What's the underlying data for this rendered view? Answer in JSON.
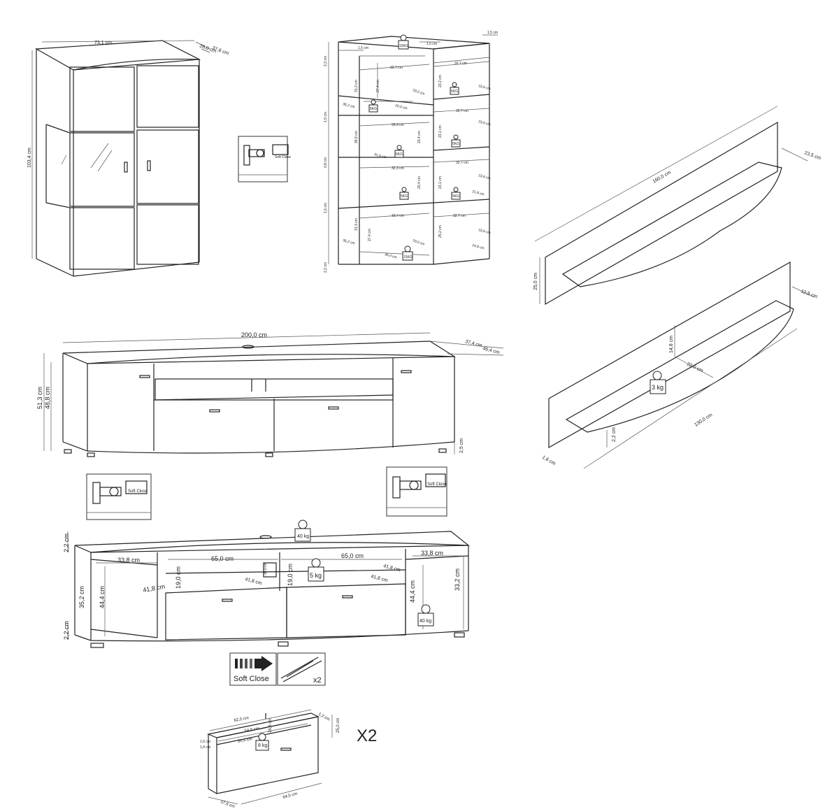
{
  "cabinet": {
    "width": "73,1 cm",
    "depth1": "37,6 cm",
    "depth2": "26,0 cm",
    "height": "103,4 cm"
  },
  "cabinet_interior": {
    "top_dims": [
      "1,5 cm",
      "1,5 cm",
      "1,5 cm"
    ],
    "weight_top": "15KG",
    "left_dims": [
      "2,2 cm",
      "1,5 cm",
      "0,8 cm",
      "1,5 cm",
      "2,2 cm"
    ],
    "heights": [
      "31,3 cm",
      "27,4 cm",
      "36,8 cm",
      "20,4 cm",
      "20,4 cm",
      "31,3 cm",
      "27,4 cm",
      "23,2 cm",
      "23,1 cm",
      "23,1 cm",
      "25,2 cm"
    ],
    "widths": [
      "32,7 cm",
      "32,7 cm",
      "32,3 cm",
      "32,3 cm",
      "32,7 cm",
      "32,7 cm",
      "32,7 cm",
      "32,7 cm",
      "32,7 cm"
    ],
    "depths": [
      "33,0 cm",
      "35,2 cm",
      "20,0 cm",
      "31,0 cm",
      "23,6 cm",
      "23,6 cm",
      "23,6 cm",
      "23,6 cm",
      "36,4 cm",
      "33,0 cm",
      "35,2 cm",
      "21,8 cm",
      "24,8 cm"
    ],
    "weights": [
      "5KG",
      "5KG",
      "5KG",
      "5KG",
      "5KG",
      "5KG",
      "15KG"
    ]
  },
  "shelf1": {
    "length": "160,0 cm",
    "depth": "23,5 cm",
    "height": "25,0 cm"
  },
  "shelf2": {
    "length": "130,0 cm",
    "depth": "12,5 cm",
    "inner_depth": "22,0 cm",
    "height": "14,8 cm",
    "thickness": "2,2 cm",
    "side": "1,6 cm",
    "weight": "3 kg"
  },
  "tv_unit": {
    "width": "200,0 cm",
    "depth1": "37,4 cm",
    "depth2": "46,4 cm",
    "height1": "51,3 cm",
    "height2": "48,8 cm",
    "foot": "2,5 cm"
  },
  "hinge_label": "Soft Close",
  "tv_interior": {
    "weight_top": "40 kg",
    "weight_mid": "5 kg",
    "weight_right": "40 kg",
    "top_thick": "2,2 cm",
    "bottom_thick": "2,2 cm",
    "side_w1": "33,8 cm",
    "side_w2": "33,8 cm",
    "mid_w1": "65,0 cm",
    "mid_w2": "65,0 cm",
    "depth_l": "41,8 cm",
    "depth_m1": "41,8 cm",
    "depth_m2": "41,8 cm",
    "depth_r": "41,8 cm",
    "height_l1": "35,2 cm",
    "height_l2": "44,4 cm",
    "height_r1": "44,4 cm",
    "height_r2": "33,2 cm",
    "niche_h1": "19,0 cm",
    "niche_h2": "19,0 cm",
    "small": "38,0 cm"
  },
  "feature_icons": {
    "soft_close": "Soft Close",
    "runner_count": "x2"
  },
  "drawer": {
    "w1": "62,5 cm",
    "w2": "54,5 cm",
    "d1": "34,4 cm",
    "h1": "16,6 cm",
    "h2": "25,0 cm",
    "t1": "1,2 cm",
    "t2": "1,6 cm",
    "t3": "1,4 cm",
    "base_d": "37,6 cm",
    "base_w": "64,5 cm",
    "weight": "8 kg",
    "count": "X2"
  }
}
